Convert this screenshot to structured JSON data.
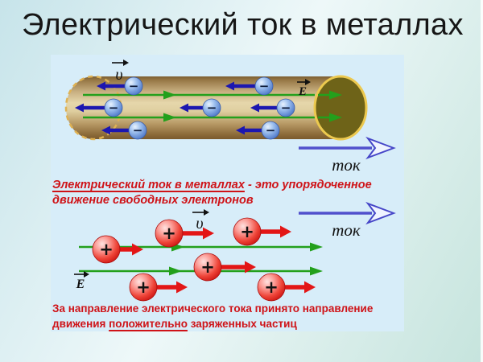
{
  "slide": {
    "title": "Электрический ток в металлах"
  },
  "definition": {
    "underlined": "Электрический ток в металлах",
    "rest": " - это упорядоченное движение свободных электронов"
  },
  "rule": {
    "before": "За направление электрического тока принято направление движения ",
    "underlined": "положительно",
    "after": " заряженных частиц"
  },
  "labels": {
    "velocity_vector": "υ",
    "field_vector": "E",
    "current_top": "ток",
    "current_bottom": "ток",
    "minus_sign": "−",
    "plus_sign": "+"
  },
  "colors": {
    "text_red": "#cf1318",
    "title_black": "#161616",
    "panel_blue": "#d7edf9",
    "current_arrow_blue": "#5050cc",
    "field_arrow_green": "#23a01c",
    "electron_arrow_navy": "#1c17b0",
    "ion_arrow_red": "#e31616",
    "conductor_tan": "#d6c090",
    "end_cap_olive": "#6e6318",
    "cap_rim_gold": "#ecc94f",
    "electron_blue": "#5b84cf",
    "ion_red": "#ee4438"
  }
}
